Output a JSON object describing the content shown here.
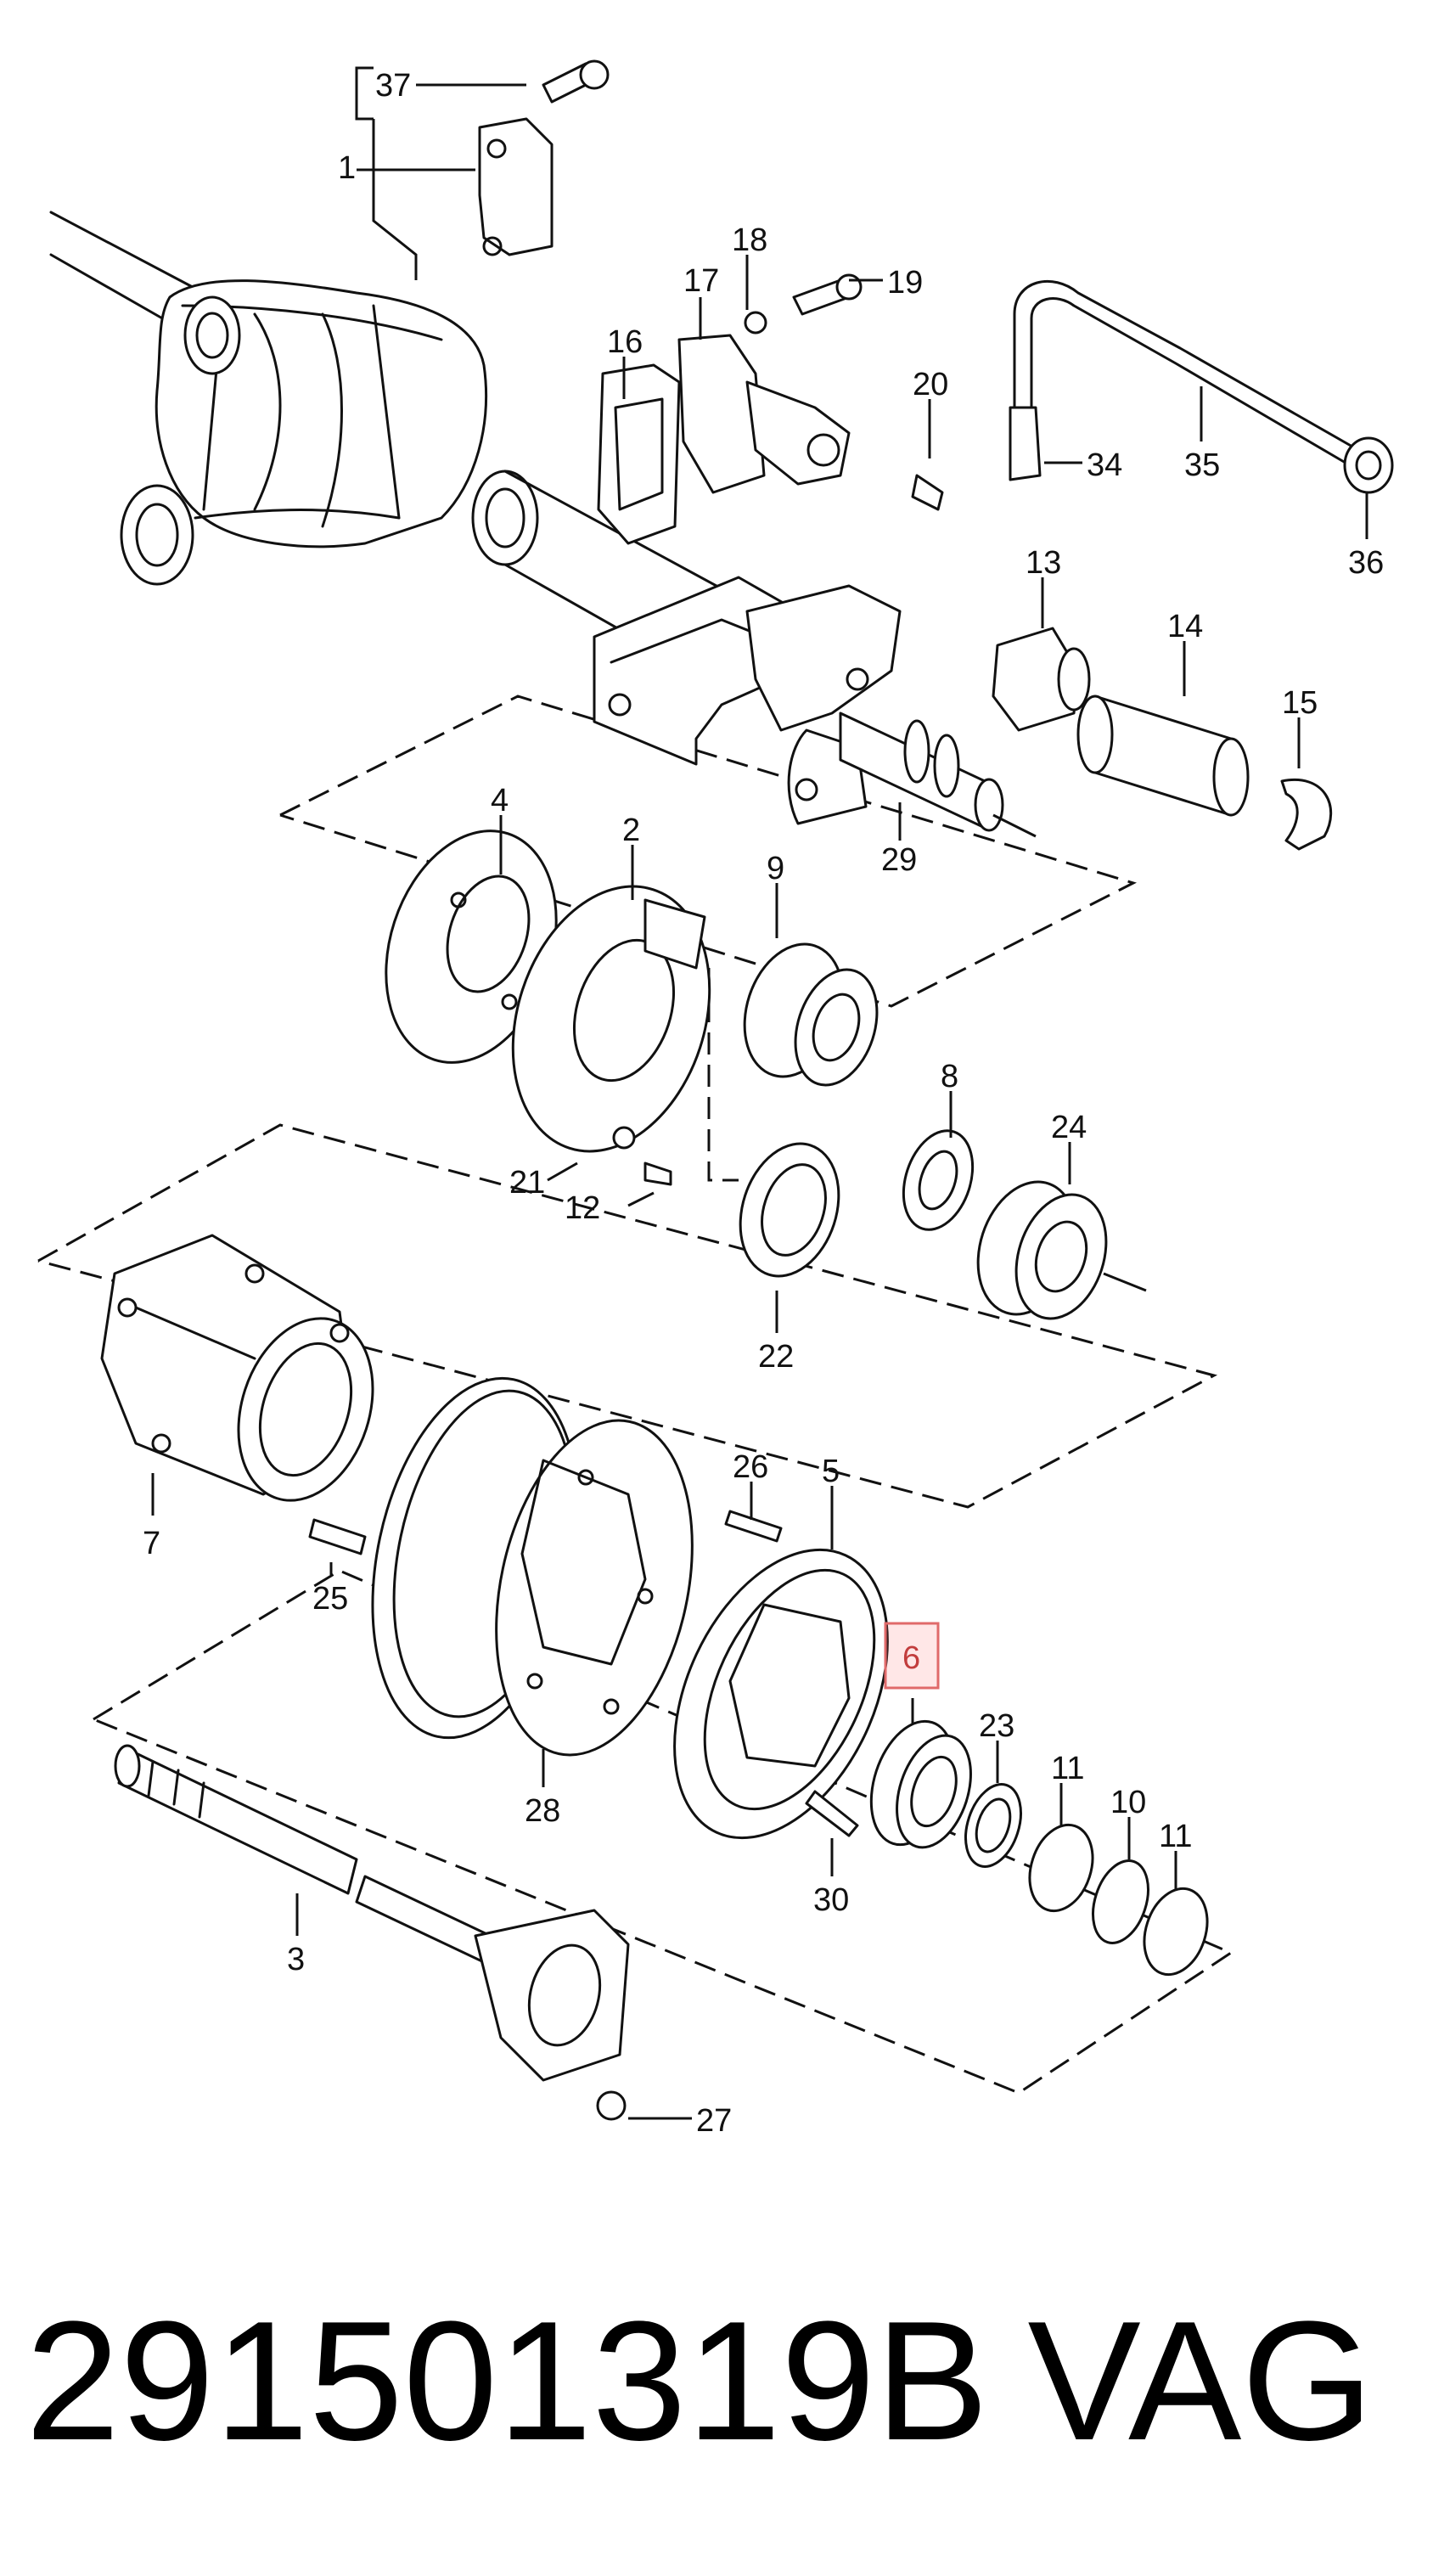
{
  "part_number": "291501319B",
  "brand": "VAG",
  "highlighted_callout": "6",
  "callouts": [
    "37",
    "1",
    "18",
    "19",
    "17",
    "16",
    "20",
    "34",
    "35",
    "36",
    "13",
    "14",
    "15",
    "4",
    "2",
    "29",
    "9",
    "8",
    "24",
    "21",
    "12",
    "22",
    "7",
    "26",
    "5",
    "25",
    "28",
    "6",
    "23",
    "11",
    "10",
    "11",
    "30",
    "3",
    "27"
  ]
}
